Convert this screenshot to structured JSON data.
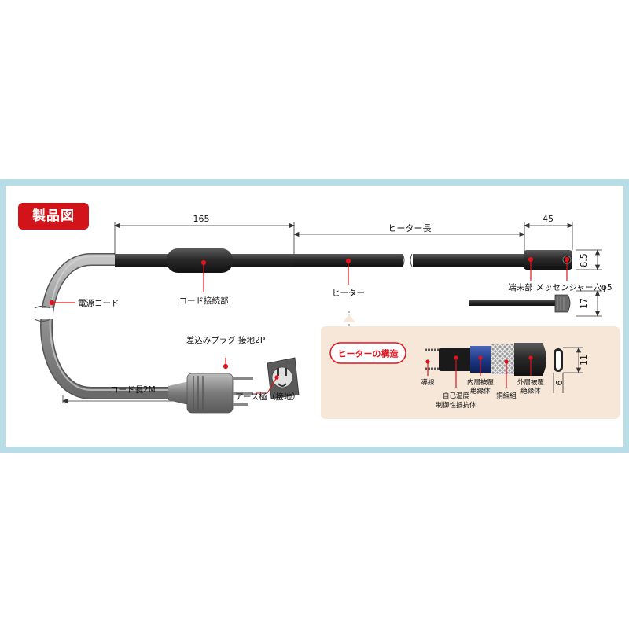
{
  "badge": "製品図",
  "dimensions": {
    "cord_joint_length": "165",
    "heater_length": "ヒーター長",
    "end_length": "45",
    "end_height": "8.5",
    "end_width": "17",
    "section_height": "11",
    "section_width": "6"
  },
  "labels": {
    "power_cord": "電源コード",
    "cord_joint": "コード接続部",
    "heater": "ヒーター",
    "end_part": "端末部",
    "messenger_hole": "メッセンジャー穴φ5",
    "plug": "差込みプラグ 接地2P",
    "cord_length": "コード長2M",
    "earth_pole": "アース極（接地）"
  },
  "structure": {
    "title": "ヒーターの構造",
    "conductor": "導線",
    "self_temp_line1": "自己温度",
    "self_temp_line2": "制御性抵抗体",
    "inner_line1": "内層被覆",
    "inner_line2": "絶縁体",
    "braid": "銅編組",
    "outer_line1": "外層被覆",
    "outer_line2": "絶縁体"
  },
  "colors": {
    "frame": "#b9dde6",
    "badge": "#d2141a",
    "pointer": "#e0141c",
    "inset": "#f6e7d8",
    "cord": "#8e8e8e",
    "heater": "#2b2b2b"
  }
}
